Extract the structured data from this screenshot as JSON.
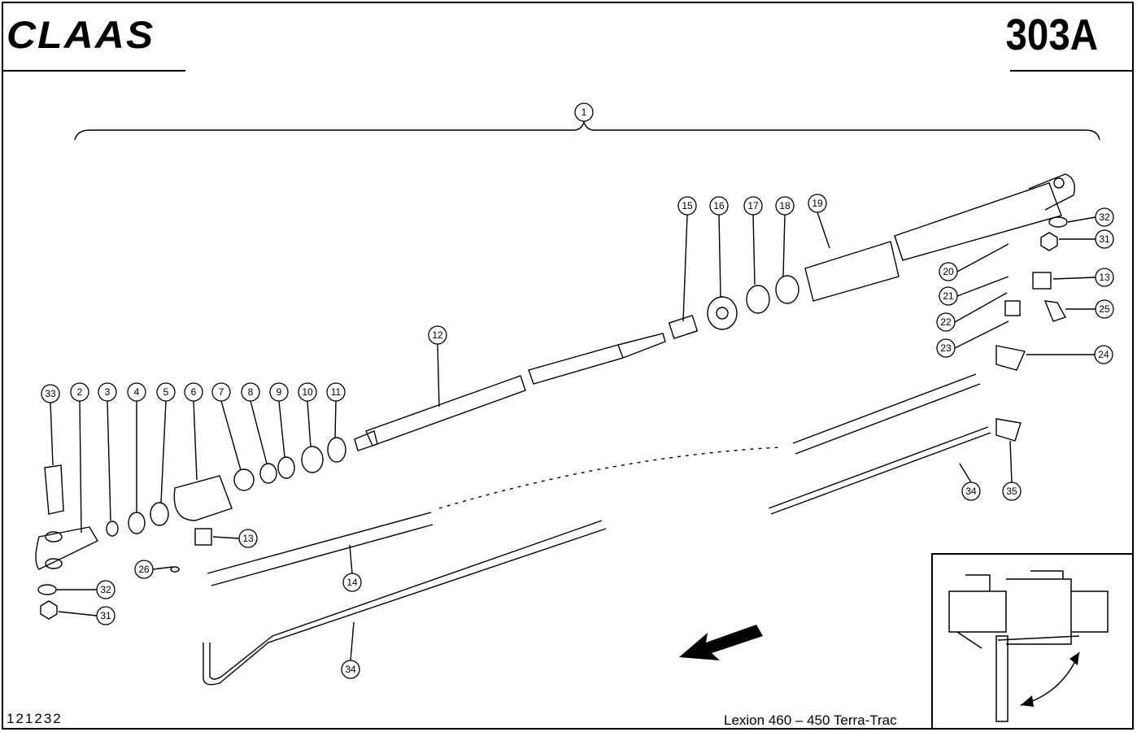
{
  "header": {
    "brand": "CLAAS",
    "page_number": "303A"
  },
  "footer": {
    "document_number": "121232",
    "model": "Lexion 460 – 450 Terra-Trac"
  },
  "callouts": {
    "c1": "1",
    "c15": "15",
    "c16": "16",
    "c17": "17",
    "c18": "18",
    "c19": "19",
    "c32a": "32",
    "c31a": "31",
    "c13a": "13",
    "c25": "25",
    "c20": "20",
    "c21": "21",
    "c22": "22",
    "c23": "23",
    "c24": "24",
    "c12": "12",
    "c33": "33",
    "c2": "2",
    "c3": "3",
    "c4": "4",
    "c5": "5",
    "c6": "6",
    "c7": "7",
    "c8": "8",
    "c9": "9",
    "c10": "10",
    "c11": "11",
    "c34a": "34",
    "c35": "35",
    "c13b": "13",
    "c26": "26",
    "c14": "14",
    "c32b": "32",
    "c31b": "31",
    "c34b": "34"
  }
}
